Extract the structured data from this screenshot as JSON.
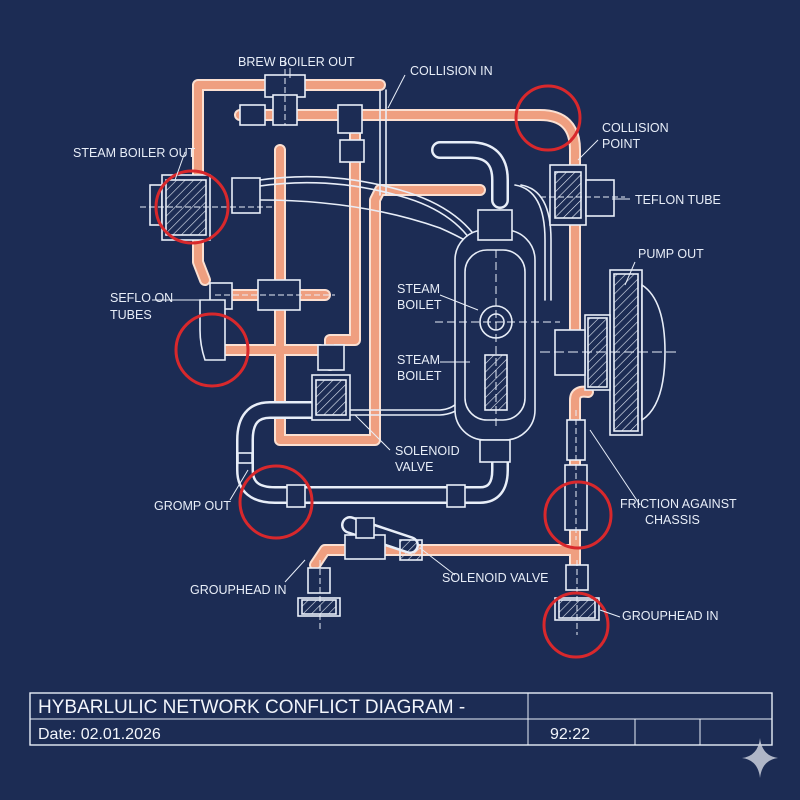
{
  "labels": {
    "brew_boiler_out": "BREW BOILER OUT",
    "collision_in": "COLLISION IN",
    "steam_boiler_out": "STEAM BOILER OUT",
    "collision_point_1": "COLLISION",
    "collision_point_2": "POINT",
    "teflon_tube": "TEFLON TUBE",
    "pump_out": "PUMP OUT",
    "seflo_1": "SEFLO ON",
    "seflo_2": "TUBES",
    "steam_boilet_1a": "STEAM",
    "steam_boilet_1b": "BOILET",
    "steam_boilet_2a": "STEAM",
    "steam_boilet_2b": "BOILET",
    "solenoid_valve_a": "SOLENOID",
    "solenoid_valve_b": "VALVE",
    "gromp_out": "GROMP OUT",
    "friction_1": "FRICTION AGAINST",
    "friction_2": "CHASSIS",
    "grouphead_in_left": "GROUPHEAD IN",
    "solenoid_valve_bottom": "SOLENOID VALVE",
    "grouphead_in_right": "GROUPHEAD IN"
  },
  "title_block": {
    "title": "HYBARLULIC NETWORK  CONFLICT DIAGRAM -",
    "date": "Date: 02.01.2026",
    "code": "92:22"
  },
  "colors": {
    "background": "#1c2c54",
    "copper_pipe": "#f0a889",
    "steel_pipe": "#e8eef8",
    "conflict_marker": "#d8282c"
  }
}
